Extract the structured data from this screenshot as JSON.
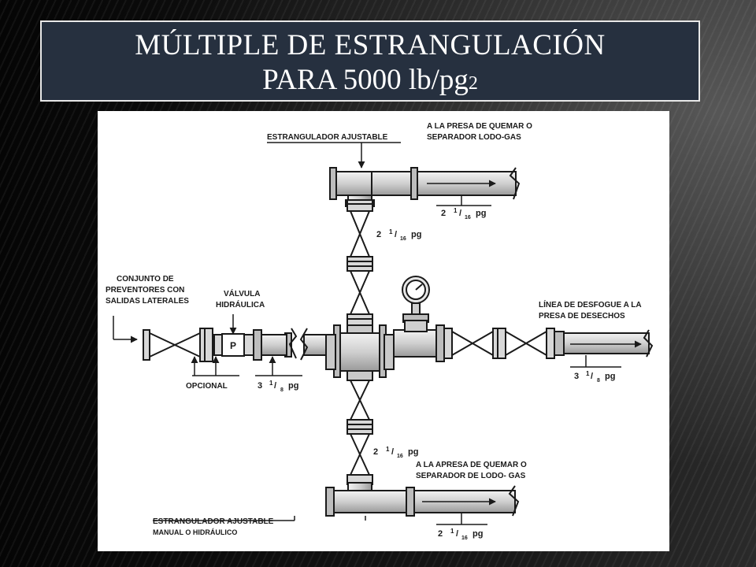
{
  "title": {
    "line1": "MÚLTIPLE DE ESTRANGULACIÓN",
    "line2": "PARA 5000 lb/pg",
    "line2_sup": "2"
  },
  "labels": {
    "estrangulador_top": "ESTRANGULADOR AJUSTABLE",
    "presa_top_1": "A LA PRESA DE QUEMAR O",
    "presa_top_2": "SEPARADOR LODO-GAS",
    "conjunto_1": "CONJUNTO DE",
    "conjunto_2": "PREVENTORES CON",
    "conjunto_3": "SALIDAS LATERALES",
    "valvula_1": "VÁLVULA",
    "valvula_2": "HIDRÁULICA",
    "p_box": "P",
    "opcional": "OPCIONAL",
    "desfogue_1": "LÍNEA DE DESFOGUE A LA",
    "desfogue_2": "PRESA DE DESECHOS",
    "presa_bot_1": "A LA APRESA DE QUEMAR O",
    "presa_bot_2": "SEPARADOR DE LODO- GAS",
    "estrangulador_bot_1": "ESTRANGULADOR AJUSTABLE",
    "estrangulador_bot_2": "MANUAL O HIDRÁULICO"
  },
  "sizes": {
    "top_outlet": {
      "whole": "2",
      "num": "1",
      "den": "16",
      "unit": "pg"
    },
    "top_vertical": {
      "whole": "2",
      "num": "1",
      "den": "16",
      "unit": "pg"
    },
    "left_inlet": {
      "whole": "3",
      "num": "1",
      "den": "8",
      "unit": "pg"
    },
    "right_outlet": {
      "whole": "3",
      "num": "1",
      "den": "8",
      "unit": "pg"
    },
    "bottom_vertical": {
      "whole": "2",
      "num": "1",
      "den": "16",
      "unit": "pg"
    },
    "bottom_outlet": {
      "whole": "2",
      "num": "1",
      "den": "16",
      "unit": "pg"
    }
  },
  "colors": {
    "title_bg": "#26303f",
    "pipe_fill": "#dcdcdc",
    "line": "#1a1a1a"
  }
}
